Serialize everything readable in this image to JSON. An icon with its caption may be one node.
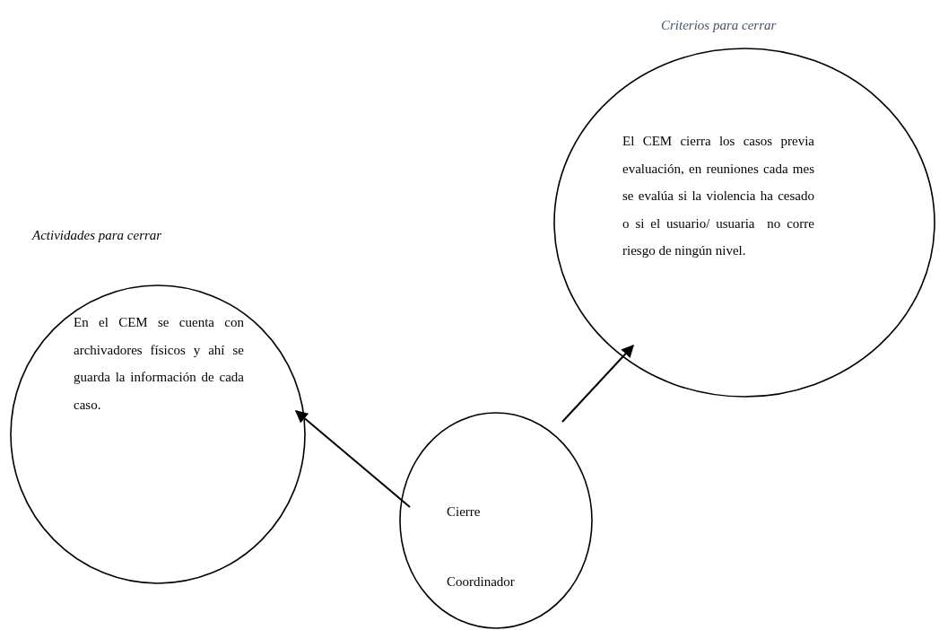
{
  "diagram": {
    "nodes": [
      {
        "text": [
          "Criterios para cerrar",
          "El CEM cierra los casos previa evaluación, en reuniones cada mes se evalúa si la violencia ha cesado o si el usuario/ usuaria  no corre riesgo de ningún nivel."
        ]
      },
      {
        "text": [
          "Actividades para cerrar",
          "En el CEM se cuenta con archivadores físicos y ahí se guarda la información de cada caso."
        ]
      },
      {
        "text": [
          "Cierre",
          "Coordinador"
        ]
      }
    ],
    "edges": [
      {
        "from": 2,
        "to": 1,
        "arrow": "to"
      },
      {
        "from": 2,
        "to": 0,
        "arrow": "to"
      }
    ]
  }
}
